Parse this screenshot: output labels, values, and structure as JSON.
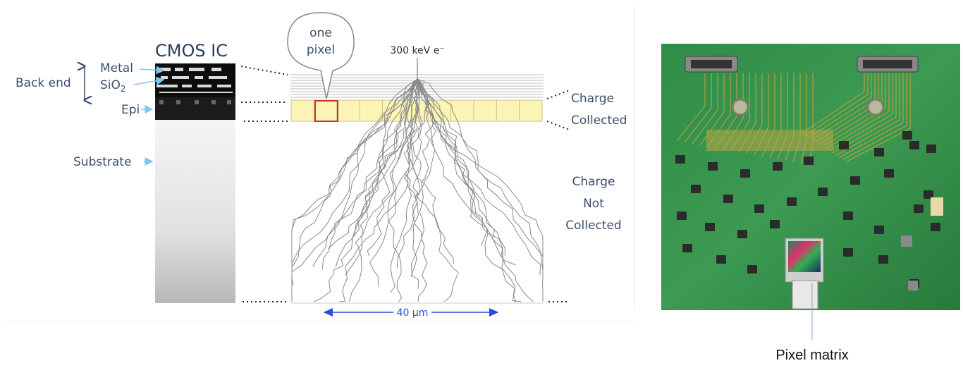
{
  "left_figure": {
    "title": "CMOS IC",
    "layers": {
      "back_end": "Back end",
      "metal": "Metal",
      "sio2_base": "SiO",
      "sio2_sub": "2",
      "epi": "Epi",
      "substrate": "Substrate"
    },
    "pixel_callout": [
      "one",
      "pixel"
    ],
    "beam_label": "300 keV e⁻",
    "charge_collected": [
      "Charge",
      "Collected"
    ],
    "charge_not_collected": [
      "Charge",
      "Not",
      "Collected"
    ],
    "scale_bar": "40 µm",
    "pixel_count": 11,
    "colors": {
      "pixel_fill": "#fbf4b4",
      "highlight_pixel": "#c0392b",
      "scale_arrow": "#2a4fd6",
      "label_arrow": "#7ec8ef",
      "text": "#3d4f6b"
    }
  },
  "right_figure": {
    "caption": "Pixel matrix",
    "colors": {
      "board": "#2e8a44",
      "trace": "#c9a23a"
    }
  }
}
